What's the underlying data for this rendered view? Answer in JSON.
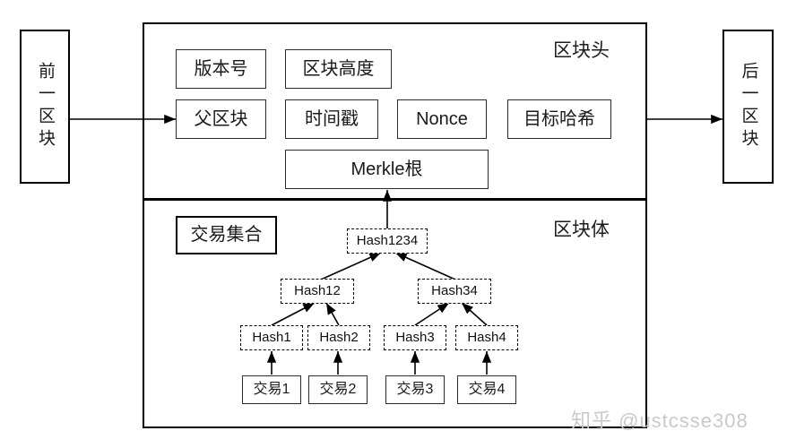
{
  "diagram": {
    "title": "Blockchain Block Structure with Merkle Tree",
    "colors": {
      "stroke": "#000000",
      "background": "#ffffff",
      "text": "#1a1a1a",
      "watermark": "#c9c9c9"
    }
  },
  "neighbors": {
    "previous_block": "前一区块",
    "next_block": "后一区块"
  },
  "sections": {
    "header_label": "区块头",
    "body_label": "区块体"
  },
  "block_header": {
    "fields": [
      {
        "id": "version",
        "label": "版本号"
      },
      {
        "id": "block-height",
        "label": "区块高度"
      },
      {
        "id": "parent-block",
        "label": "父区块"
      },
      {
        "id": "timestamp",
        "label": "时间戳"
      },
      {
        "id": "nonce",
        "label": "Nonce"
      },
      {
        "id": "target-hash",
        "label": "目标哈希"
      }
    ],
    "merkle_root": "Merkle根"
  },
  "block_body": {
    "transaction_set_label": "交易集合",
    "merkle_tree": {
      "root": {
        "id": "hash1234",
        "label": "Hash1234"
      },
      "level2": [
        {
          "id": "hash12",
          "label": "Hash12"
        },
        {
          "id": "hash34",
          "label": "Hash34"
        }
      ],
      "leaves": [
        {
          "id": "hash1",
          "label": "Hash1"
        },
        {
          "id": "hash2",
          "label": "Hash2"
        },
        {
          "id": "hash3",
          "label": "Hash3"
        },
        {
          "id": "hash4",
          "label": "Hash4"
        }
      ]
    },
    "transactions": [
      {
        "id": "tx1",
        "label": "交易1"
      },
      {
        "id": "tx2",
        "label": "交易2"
      },
      {
        "id": "tx3",
        "label": "交易3"
      },
      {
        "id": "tx4",
        "label": "交易4"
      }
    ]
  },
  "watermark": {
    "text": "知乎 @ustcsse308"
  }
}
